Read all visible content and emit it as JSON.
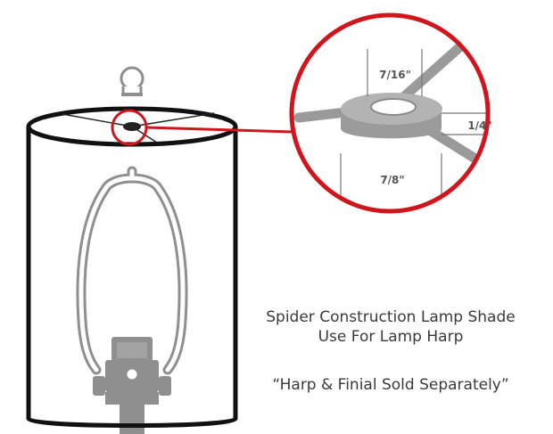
{
  "dimensions": {
    "inner_hole": "7/16\"",
    "height": "1/4\"",
    "outer_diameter": "7/8\""
  },
  "caption": {
    "title_line1": "Spider Construction Lamp Shade",
    "title_line2": "Use For Lamp Harp",
    "note": "“Harp & Finial Sold Separately”"
  },
  "colors": {
    "callout_red": "#d0161d",
    "shade_outline": "#111111",
    "harp_gray": "#8f8f8f",
    "ring_gray": "#a9a9a9"
  }
}
